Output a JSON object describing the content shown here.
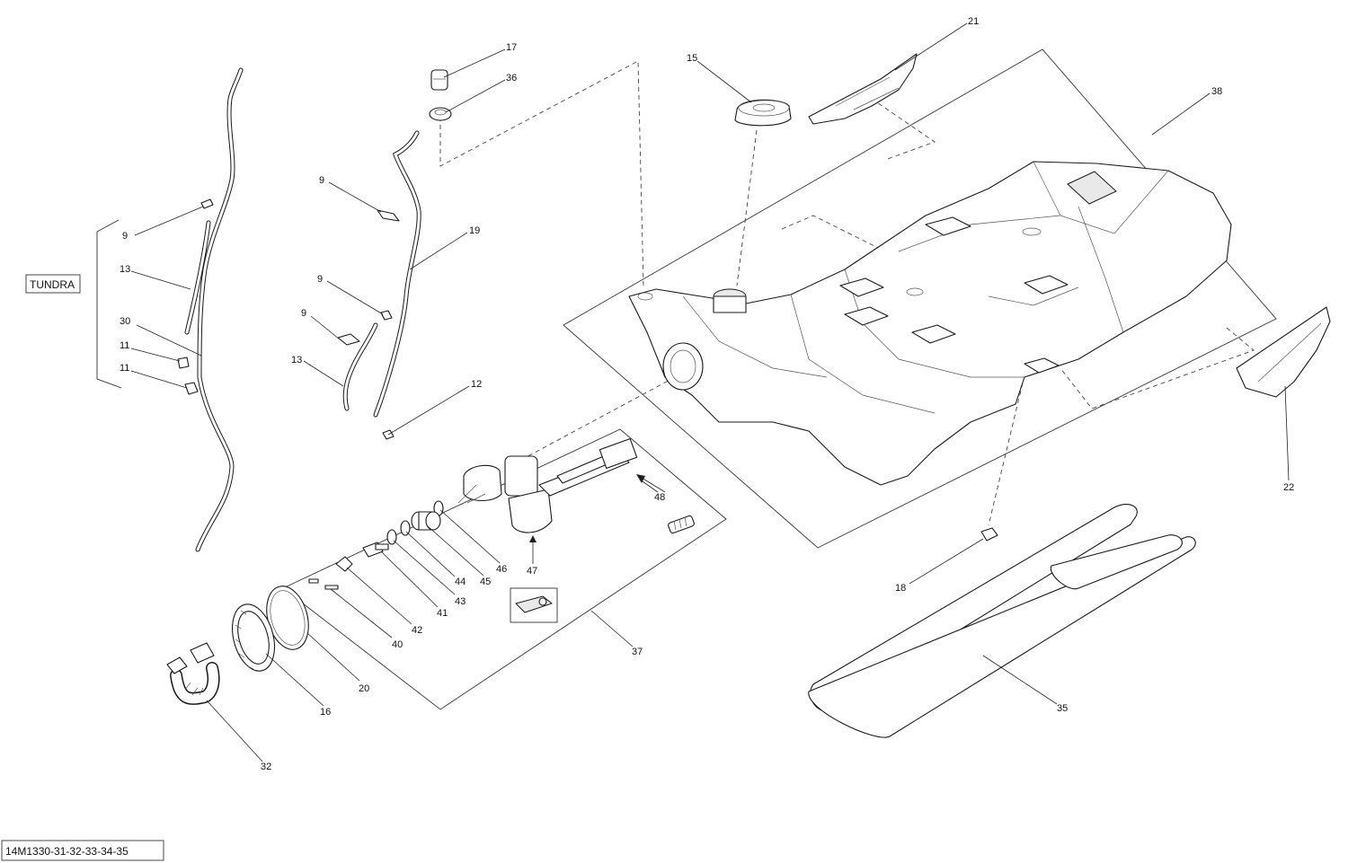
{
  "diagram": {
    "drawing_code": "14M1330-31-32-33-34-35",
    "variant_label": "TUNDRA",
    "callouts": {
      "c9a": "9",
      "c13a": "13",
      "c30": "30",
      "c11a": "11",
      "c11b": "11",
      "c9b": "9",
      "c9c": "9",
      "c9d": "9",
      "c13b": "13",
      "c19": "19",
      "c12": "12",
      "c17": "17",
      "c36": "36",
      "c15": "15",
      "c21": "21",
      "c38": "38",
      "c22": "22",
      "c18": "18",
      "c35": "35",
      "c48": "48",
      "c47": "47",
      "c46": "46",
      "c45": "45",
      "c44": "44",
      "c43": "43",
      "c41": "41",
      "c42": "42",
      "c40": "40",
      "c20": "20",
      "c16": "16",
      "c32": "32",
      "c37": "37"
    }
  }
}
